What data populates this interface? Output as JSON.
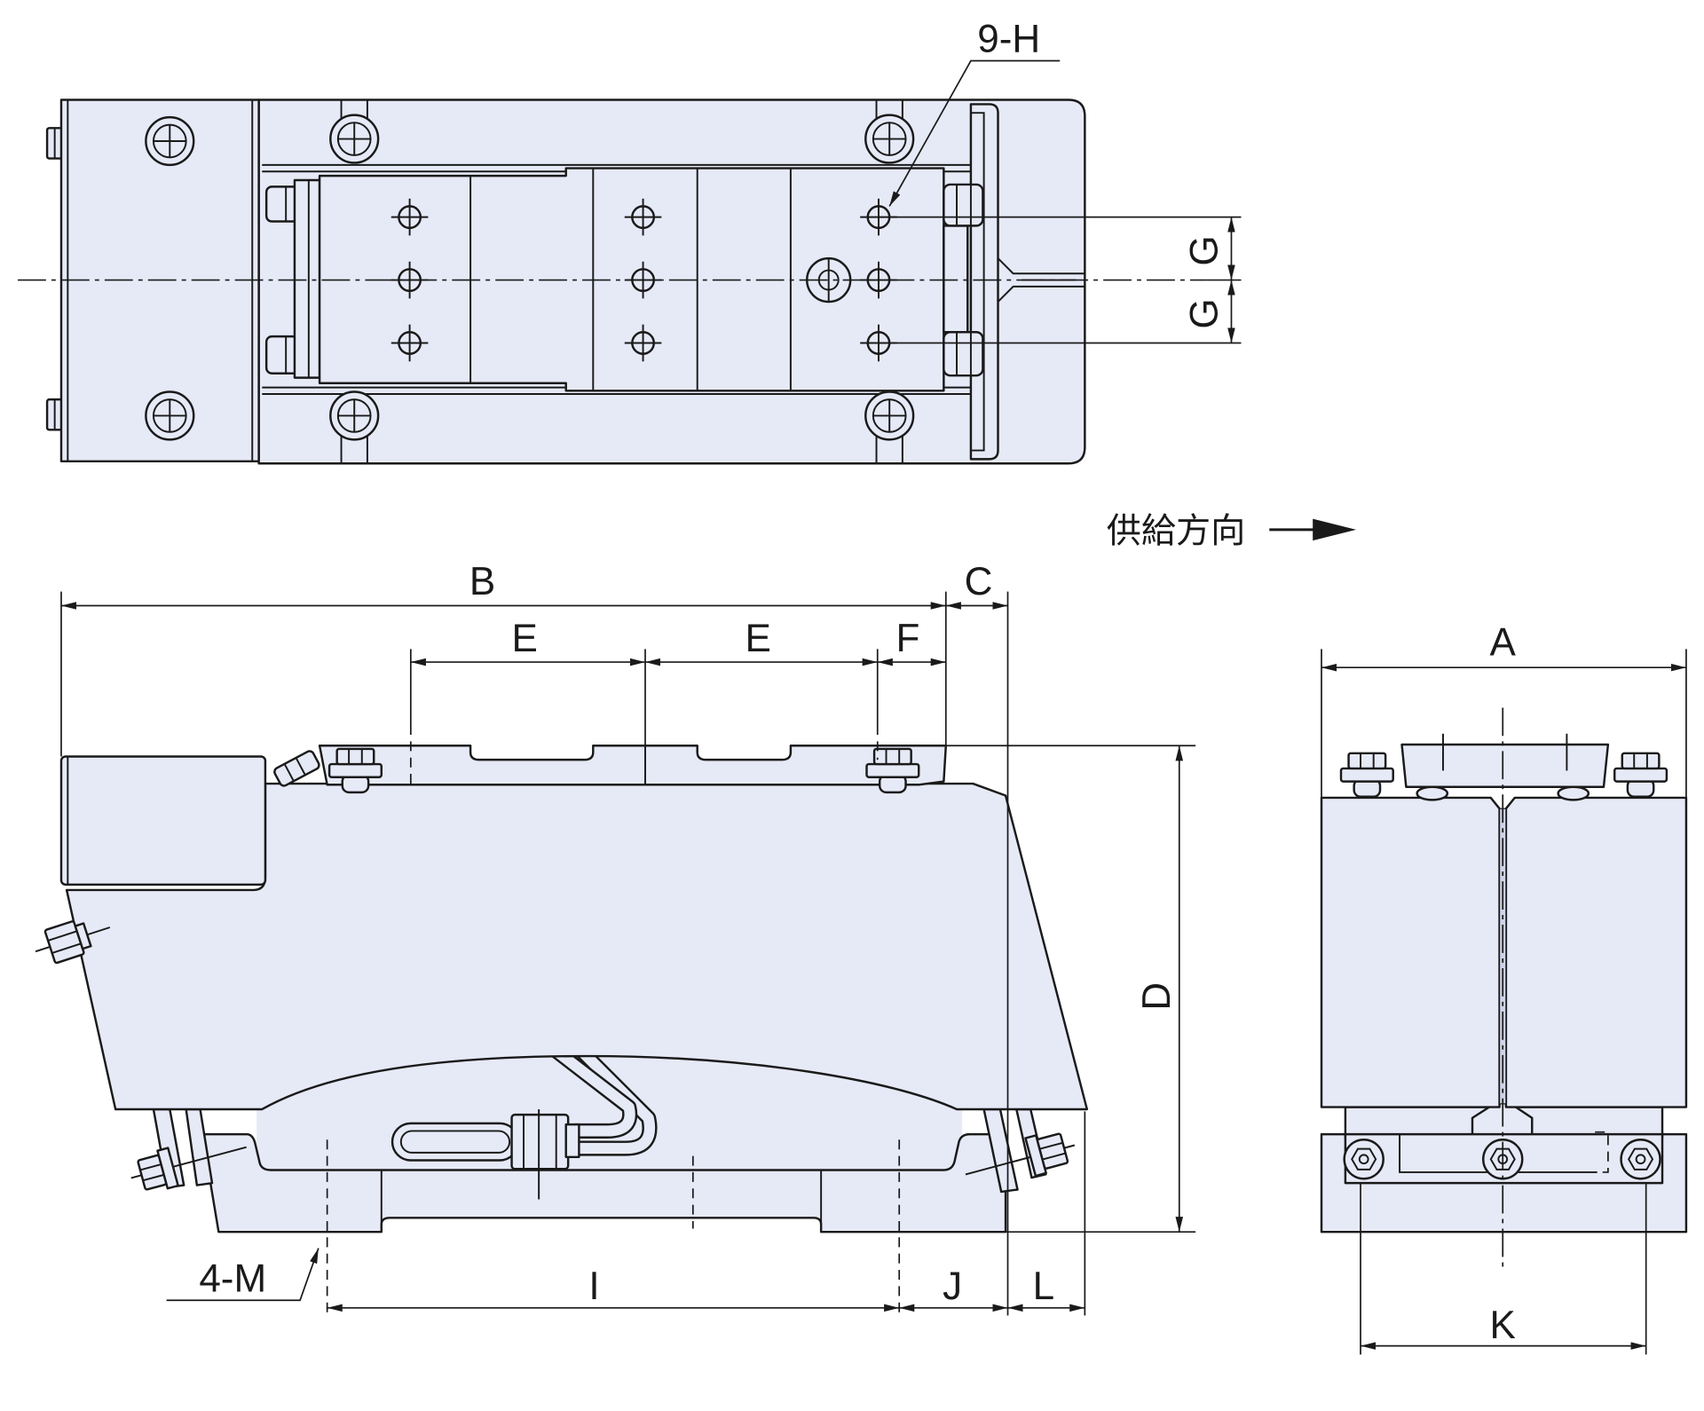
{
  "labels": {
    "top_holes": "9-H",
    "g_upper": "G",
    "g_lower": "G",
    "feed_direction": "供給方向",
    "dim_b": "B",
    "dim_c": "C",
    "dim_e_left": "E",
    "dim_e_right": "E",
    "dim_f": "F",
    "dim_a": "A",
    "dim_d": "D",
    "mount_holes": "4-M",
    "dim_i": "I",
    "dim_j": "J",
    "dim_l": "L",
    "dim_k": "K"
  },
  "colors": {
    "part_fill": "#e6e9f6",
    "line": "#1a1a1a",
    "background": "#ffffff"
  }
}
